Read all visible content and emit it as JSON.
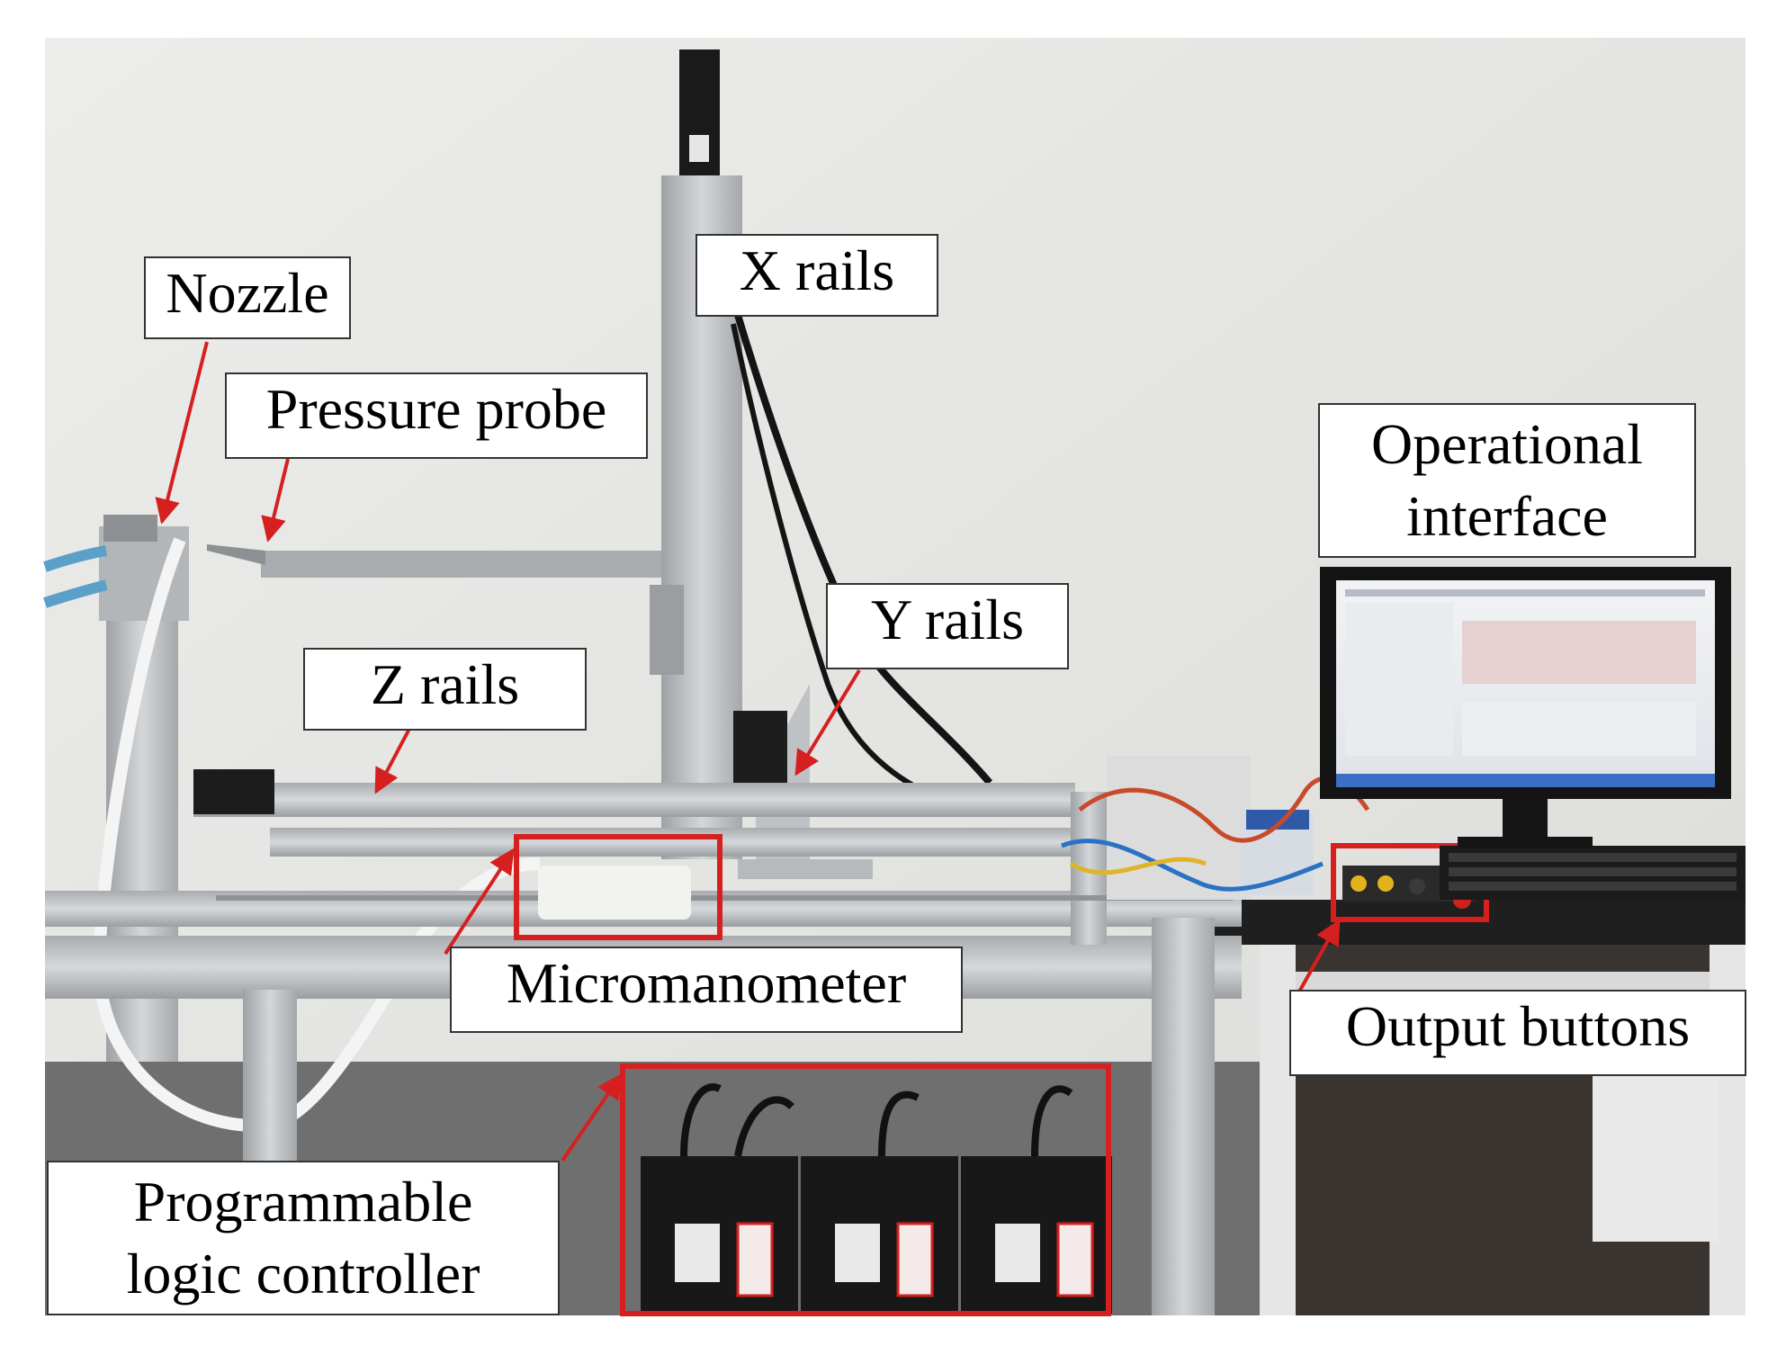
{
  "labels": {
    "nozzle": "Nozzle",
    "pressure_probe": "Pressure probe",
    "x_rails": "X rails",
    "y_rails": "Y rails",
    "z_rails": "Z rails",
    "operational_interface_line1": "Operational",
    "operational_interface_line2": "interface",
    "micromanometer": "Micromanometer",
    "output_buttons": "Output buttons",
    "plc_line1": "Programmable",
    "plc_line2": "logic controller"
  },
  "colors": {
    "wall": "#e8e8e6",
    "aluminum": "#bfc2c4",
    "highlight_red": "#d61f1f",
    "equipment_black": "#1c1c1c"
  }
}
